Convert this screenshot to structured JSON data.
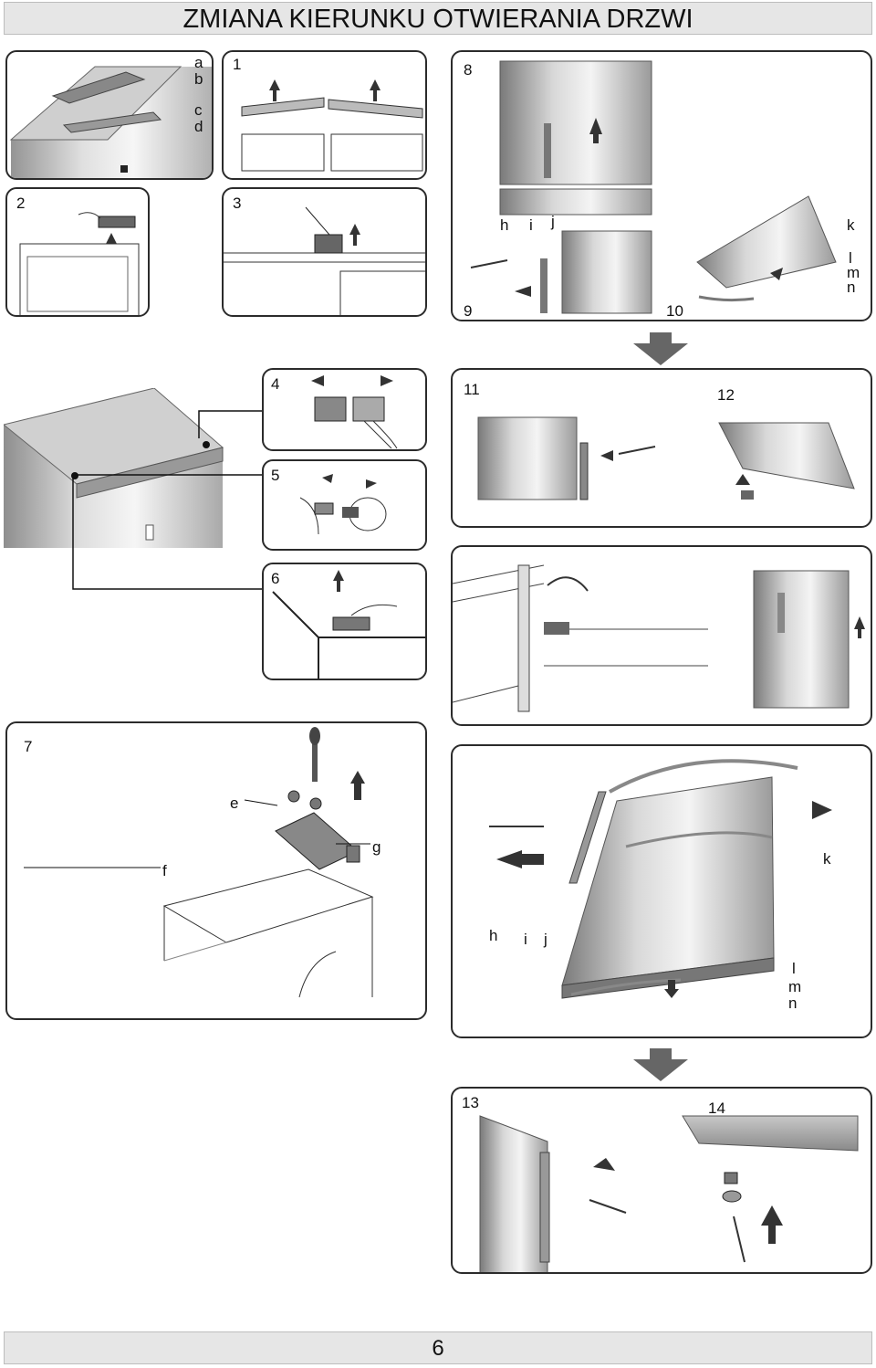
{
  "title": "ZMIANA KIERUNKU OTWIERANIA DRZWI",
  "page_number": "6",
  "steps": {
    "s1": "1",
    "s2": "2",
    "s3": "3",
    "s4": "4",
    "s5": "5",
    "s6": "6",
    "s7": "7",
    "s8": "8",
    "s9": "9",
    "s10": "10",
    "s11": "11",
    "s12": "12",
    "s13": "13",
    "s14": "14"
  },
  "parts": {
    "a": "a",
    "b": "b",
    "c": "c",
    "d": "d",
    "e": "e",
    "f": "f",
    "g": "g",
    "h": "h",
    "i": "i",
    "j": "j",
    "k": "k",
    "l": "l",
    "m": "m",
    "n": "n"
  }
}
